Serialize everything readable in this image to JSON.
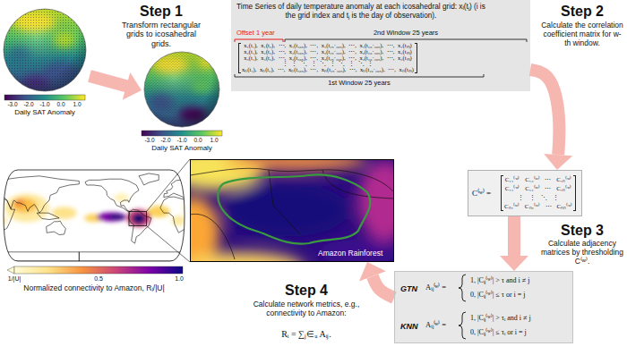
{
  "diagram": {
    "nodes": [
      {
        "text": [
          "Time Series of daily temperature anomaly at each icosahedral grid: xᵢ(tⱼ) (i is the grid index and tⱼ is the day of observation).",
          "Offset 1 year",
          "2nd Window 25 years",
          "x₁(t₁), x₁(t₂), ⋯, x₁(t₃₆₅), ⋯, x₁(t₂₅·₃₆₅), ⋯, x₁(t₂₆·₃₆₅), ⋯, x₁(tₘ)",
          "x₂(t₁), x₂(t₂), ⋯, x₂(t₃₆₅), ⋯, x₂(t₂₅·₃₆₅), ⋯, x₂(t₂₆·₃₆₅), ⋯, x₂(tₘ)",
          "x₃(t₁), x₃(t₂), ⋯, x₃(t₃₆₅), ⋯, x₃(t₂₅·₃₆₅), ⋯, x₃(t₂₆·₃₆₅), ⋯, x₃(tₘ)",
          "⋮ ⋮ ⋱ ⋮ ⋱ ⋮ ⋱ ⋮ ⋱ ⋮",
          "xₙ(t₁), xₙ(t₂), ⋯, xₙ(t₃₆₅), ⋯, xₙ(t₂₅·₃₆₅), ⋯, xₙ(t₂₆·₃₆₅), ⋯, xₙ(tₘ)",
          "1st Window 25 years"
        ]
      },
      {
        "text": [
          "C⁽ʷ⁾ =",
          "C₁₁⁽ʷ⁾ C₁₂⁽ʷ⁾ ⋯ C₁ₙ⁽ʷ⁾",
          "C₁₁⁽ʷ⁾ C₁₂⁽ʷ⁾ ⋯ C₁ₙ⁽ʷ⁾",
          "⋮ ⋮ ⋱ ⋮",
          "Cₙ₁⁽ʷ⁾ Cₙ₂⁽ʷ⁾ ⋯ Cₙₙ⁽ʷ⁾"
        ]
      },
      {
        "text": [
          "GTN",
          "Aᵢⱼ⁽ʷ⁾ =",
          "1, |Cᵢⱼ⁽ʷ⁾| > τ and i ≠ j",
          "0, |Cᵢⱼ⁽ʷ⁾| ≤ τ or i = j",
          "KNN",
          "Aᵢⱼ⁽ʷ⁾ =",
          "1, |Cᵢⱼ⁽ʷ⁾| > τᵢ and i ≠ j",
          "0, |Cᵢⱼ⁽ʷ⁾| ≤ τᵢ or i = j"
        ]
      },
      {
        "text": [
          "Amazon Rainforest"
        ]
      }
    ],
    "edges": [
      {
        "from": 0,
        "to": 1,
        "arrow": "to"
      },
      {
        "from": 1,
        "to": 2,
        "arrow": "to"
      },
      {
        "from": 2,
        "to": 3,
        "arrow": "to"
      }
    ],
    "labels": [
      "Step 1",
      "Transform rectangular grids to icosahedral grids.",
      "-3.0",
      "-2.0",
      "-1.0",
      "0.0",
      "1.0",
      "Daily SAT Anomaly",
      "-3.0",
      "-2.0",
      "-1.0",
      "0.0",
      "1.0",
      "Daily SAT Anomaly",
      "Step 2",
      "Calculate the correlation coefficient matrix for w-th window.",
      "Step 3",
      "Calculate adjacency matrices by thresholding C⁽ʷ⁾.",
      "Step 4",
      "Calculate network metrics, e.g., connectivity to Amazon:",
      "Rᵢ = ∑ⱼ∈ᵤ Aᵢⱼ.",
      "1/|U|",
      "0.5",
      "1.0",
      "Normalized connectivity to Amazon, Rᵢ/|U|"
    ]
  }
}
